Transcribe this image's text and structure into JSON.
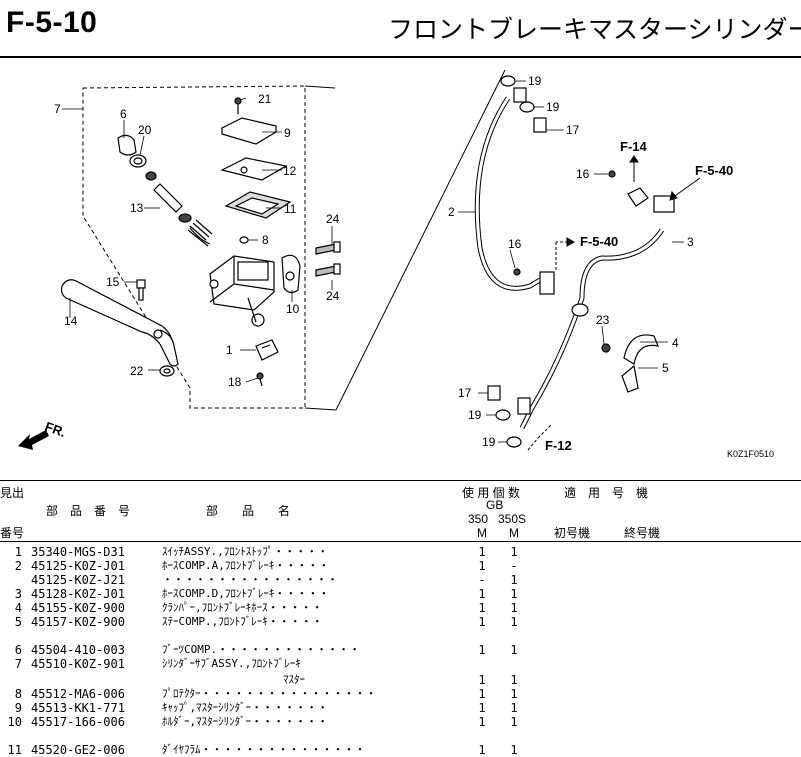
{
  "header": {
    "code": "F-5-10",
    "title": "フロントブレーキマスターシリンダー"
  },
  "diagram": {
    "callouts": [
      "1",
      "2",
      "3",
      "4",
      "5",
      "6",
      "7",
      "8",
      "9",
      "10",
      "11",
      "12",
      "13",
      "14",
      "15",
      "16",
      "16",
      "17",
      "17",
      "19",
      "19",
      "19",
      "19",
      "20",
      "21",
      "22",
      "23",
      "24",
      "24"
    ],
    "refs": [
      "F-14",
      "F-5-40",
      "F-5-40",
      "F-12"
    ],
    "front_marker": "FR.",
    "drawing_code": "K0Z1F0510"
  },
  "table": {
    "headers": {
      "midashi": "見出",
      "bangou": "番号",
      "buhin_bangou": "部　品　番　号",
      "buhin_mei": "部　　品　　名",
      "shiyou_kosuu": "使 用 個 数",
      "tekiyou_kishu": "適　用　号　機",
      "gb": "GB",
      "m350": "350",
      "m350s": "350S",
      "m_a": "M",
      "m_b": "M",
      "first_machine": "初号機",
      "last_machine": "終号機"
    },
    "rows": [
      {
        "no": "1",
        "part": "35340-MGS-D31",
        "name": "ｽｲｯﾁASSY.,ﾌﾛﾝﾄｽﾄｯﾌﾟ・・・・・",
        "q1": "1",
        "q2": "1"
      },
      {
        "no": "2",
        "part": "45125-K0Z-J01",
        "name": "ﾎｰｽCOMP.A,ﾌﾛﾝﾄﾌﾞﾚｰｷ・・・・・",
        "q1": "1",
        "q2": "-"
      },
      {
        "no": "",
        "part": "45125-K0Z-J21",
        "name": "・・・・・・・・・・・・・・・・",
        "q1": "-",
        "q2": "1"
      },
      {
        "no": "3",
        "part": "45128-K0Z-J01",
        "name": "ﾎｰｽCOMP.D,ﾌﾛﾝﾄﾌﾞﾚｰｷ・・・・・",
        "q1": "1",
        "q2": "1"
      },
      {
        "no": "4",
        "part": "45155-K0Z-900",
        "name": "ｸﾗﾝﾊﾟｰ,ﾌﾛﾝﾄﾌﾞﾚｰｷﾎｰｽ・・・・・",
        "q1": "1",
        "q2": "1"
      },
      {
        "no": "5",
        "part": "45157-K0Z-900",
        "name": "ｽﾃｰCOMP.,ﾌﾛﾝﾄﾌﾞﾚｰｷ・・・・・",
        "q1": "1",
        "q2": "1"
      },
      {
        "no": "6",
        "part": "45504-410-003",
        "name": "ﾌﾞｰﾂCOMP.・・・・・・・・・・・・・",
        "q1": "1",
        "q2": "1"
      },
      {
        "no": "7",
        "part": "45510-K0Z-901",
        "name": "ｼﾘﾝﾀﾞｰｻﾌﾞASSY.,ﾌﾛﾝﾄﾌﾞﾚｰｷ",
        "q1": "",
        "q2": ""
      },
      {
        "no": "",
        "part": "",
        "name": "　　　　　　　　　　　ﾏｽﾀｰ",
        "q1": "1",
        "q2": "1"
      },
      {
        "no": "8",
        "part": "45512-MA6-006",
        "name": "ﾌﾟﾛﾃｸﾀｰ・・・・・・・・・・・・・・・・",
        "q1": "1",
        "q2": "1"
      },
      {
        "no": "9",
        "part": "45513-KK1-771",
        "name": "ｷｬｯﾌﾟ,ﾏｽﾀｰｼﾘﾝﾀﾞｰ・・・・・・・",
        "q1": "1",
        "q2": "1"
      },
      {
        "no": "10",
        "part": "45517-166-006",
        "name": "ﾎﾙﾀﾞｰ,ﾏｽﾀｰｼﾘﾝﾀﾞｰ・・・・・・・",
        "q1": "1",
        "q2": "1"
      },
      {
        "no": "11",
        "part": "45520-GE2-006",
        "name": "ﾀﾞｲﾔﾌﾗﾑ・・・・・・・・・・・・・・・",
        "q1": "1",
        "q2": "1"
      }
    ]
  }
}
